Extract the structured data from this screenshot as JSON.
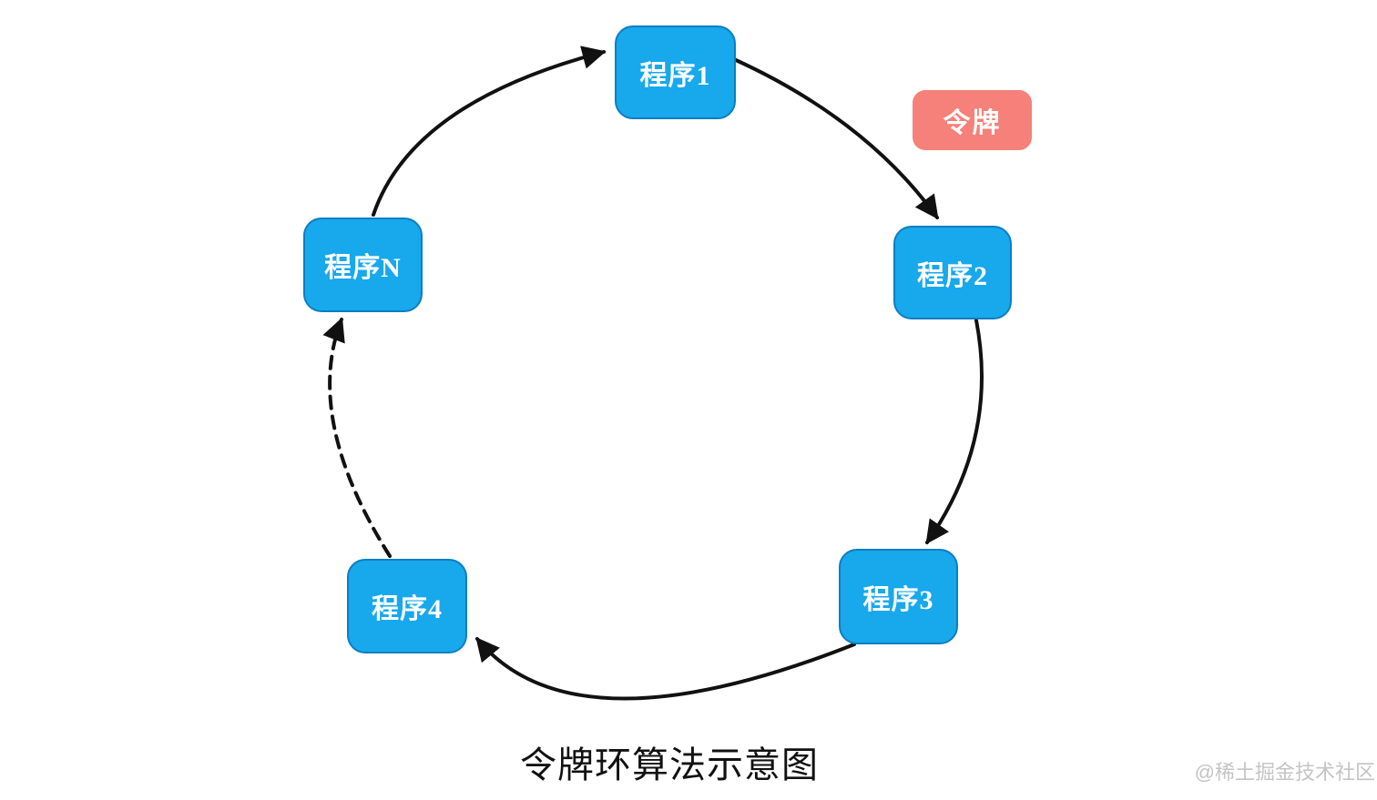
{
  "diagram": {
    "title": "令牌环算法示意图",
    "watermark": "@稀土掘金技术社区",
    "token": {
      "label": "令牌",
      "color": "#f5817a"
    },
    "node_color": "#18a8ec",
    "node_border_color": "#0d7ec2",
    "arrow_color": "#111111",
    "nodes": [
      {
        "id": "program-1",
        "label": "程序1"
      },
      {
        "id": "program-2",
        "label": "程序2"
      },
      {
        "id": "program-3",
        "label": "程序3"
      },
      {
        "id": "program-4",
        "label": "程序4"
      },
      {
        "id": "program-n",
        "label": "程序N"
      }
    ],
    "edges": [
      {
        "from": "程序1",
        "to": "程序2",
        "style": "solid"
      },
      {
        "from": "程序2",
        "to": "程序3",
        "style": "solid"
      },
      {
        "from": "程序3",
        "to": "程序4",
        "style": "solid"
      },
      {
        "from": "程序4",
        "to": "程序N",
        "style": "dashed"
      },
      {
        "from": "程序N",
        "to": "程序1",
        "style": "solid"
      }
    ]
  }
}
